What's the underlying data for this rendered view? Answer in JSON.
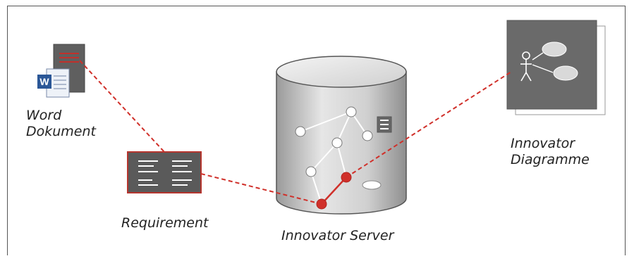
{
  "labels": {
    "word": [
      "Word",
      "Dokument"
    ],
    "requirement": "Requirement",
    "server": "Innovator Server",
    "diagram": [
      "Innovator",
      "Diagramme"
    ]
  },
  "colors": {
    "link": "#d0302a",
    "node_fill": "#ffffff",
    "icon_gray": "#666666",
    "requirement_border": "#b5352e",
    "cylinder_body": "#d4d4d4",
    "word_blue": "#2b5797"
  },
  "icons": [
    "word-document-icon",
    "requirement-card-icon",
    "database-cylinder-icon",
    "uml-diagram-icon",
    "list-icon",
    "graph-node-icon"
  ]
}
